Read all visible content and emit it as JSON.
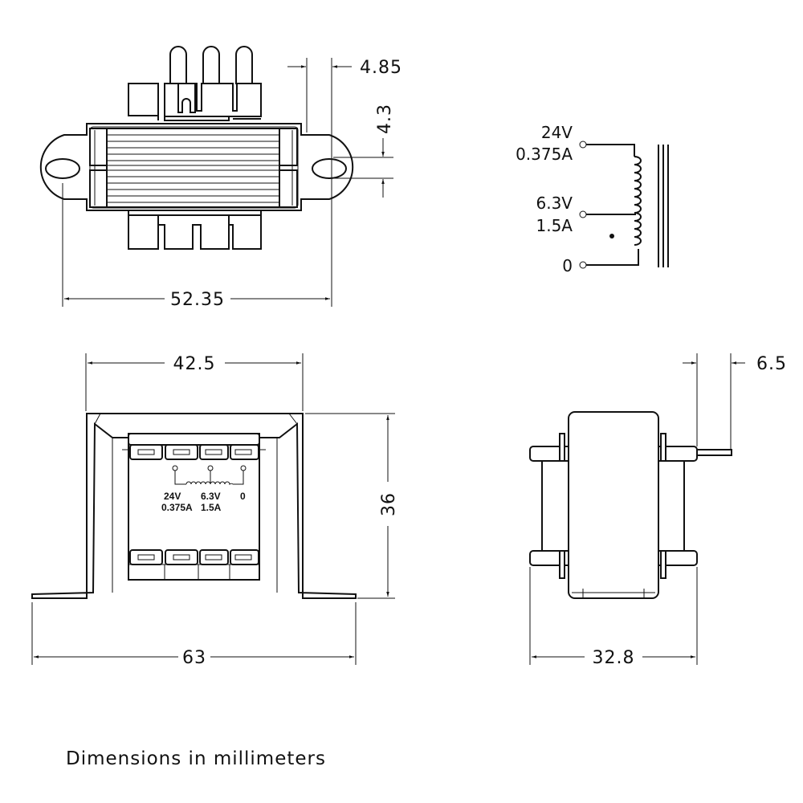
{
  "top_view": {
    "dim_width": "52.35",
    "dim_ear": "4.85",
    "dim_slot": "4.3"
  },
  "schematic": {
    "tap1_voltage": "24V",
    "tap1_current": "0.375A",
    "tap2_voltage": "6.3V",
    "tap2_current": "1.5A",
    "tap3_label": "0"
  },
  "front_view": {
    "dim_top_width": "42.5",
    "dim_height": "36",
    "dim_base_width": "63",
    "label_24v": "24V",
    "label_0375a": "0.375A",
    "label_63v": "6.3V",
    "label_15a": "1.5A",
    "label_0": "0"
  },
  "side_view": {
    "dim_pin": "6.5",
    "dim_width": "32.8"
  },
  "footer": {
    "note": "Dimensions in millimeters"
  }
}
